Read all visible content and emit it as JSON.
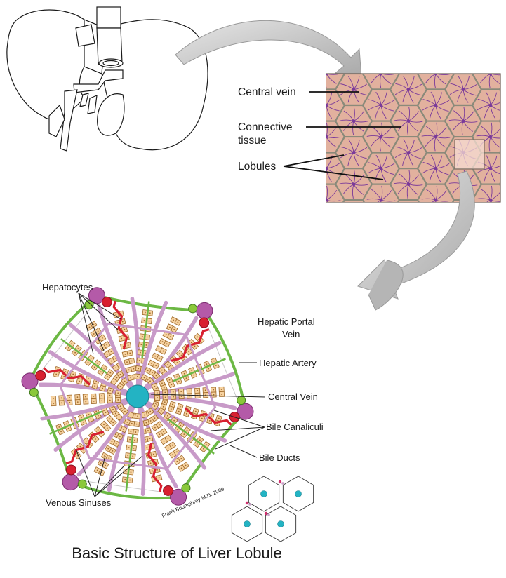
{
  "title": "Basic Structure of Liver Lobule",
  "credit": "Frank Boumphrey M.D. 2009",
  "tissue_labels": {
    "central_vein": "Central vein",
    "connective_line1": "Connective",
    "connective_line2": "tissue",
    "lobules": "Lobules"
  },
  "lobule_labels": {
    "hepatocytes": "Hepatocytes",
    "portal_vein_line1": "Hepatic Portal",
    "portal_vein_line2": "Vein",
    "hepatic_artery": "Hepatic Artery",
    "central_vein": "Central Vein",
    "bile_canaliculi": "Bile Canaliculi",
    "bile_ducts": "Bile Ducts",
    "venous_sinuses": "Venous Sinuses"
  },
  "colors": {
    "tissue_bg": "#e2b19e",
    "tissue_septa": "#8a8a7a",
    "tissue_vein": "#7a3a9a",
    "sinusoid": "#c89ac8",
    "bile_duct": "#6cb844",
    "bile_duct_node": "#8ac83a",
    "portal_vein": "#b45aa8",
    "artery": "#d82030",
    "central_vein": "#23b3c3",
    "hepatocyte": "#f6d2a0",
    "hepatocyte_edge": "#a06a2a",
    "arrow": "#c8c8c8"
  }
}
